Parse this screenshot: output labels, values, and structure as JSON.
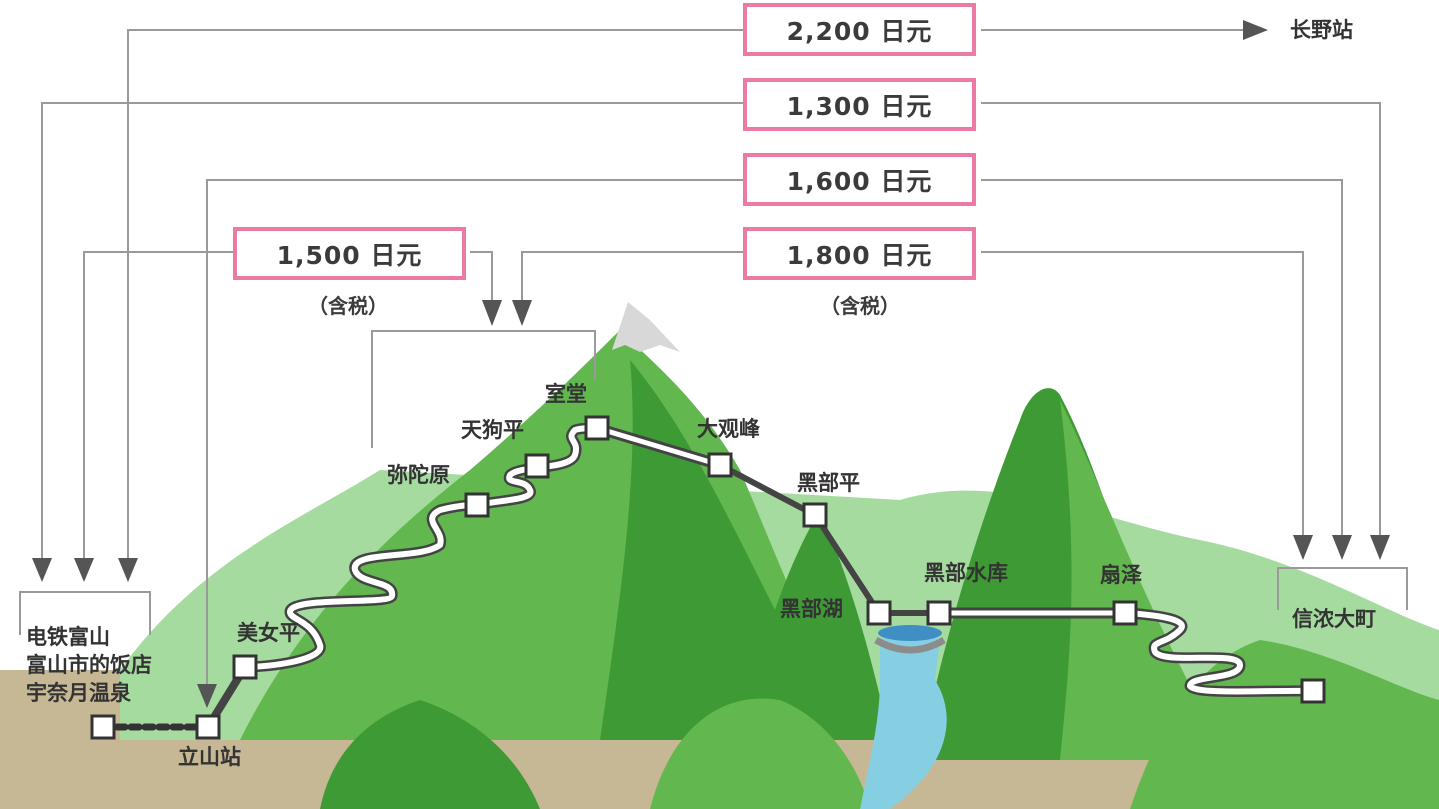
{
  "fares": [
    {
      "label": "2,200 日元"
    },
    {
      "label": "1,300 日元"
    },
    {
      "label": "1,600 日元"
    },
    {
      "label": "1,500 日元"
    },
    {
      "label": "1,800 日元"
    }
  ],
  "tax_note": "（含税）",
  "stations": {
    "nagano": "长野站",
    "toyama_1": "电铁富山",
    "toyama_2": "富山市的饭店",
    "toyama_3": "宇奈月温泉",
    "tateyama": "立山站",
    "bijodaira": "美女平",
    "midagahara": "弥陀原",
    "tengudaira": "天狗平",
    "murodo": "室堂",
    "daikanbo": "大观峰",
    "kurobedaira": "黑部平",
    "kurobeko": "黑部湖",
    "kurobe_dam": "黑部水库",
    "ogizawa": "扇泽",
    "shinano_omachi": "信浓大町"
  },
  "colors": {
    "fare_border": "#ec7aa4",
    "mountain_dark": "#3e9a35",
    "mountain_mid": "#62b84f",
    "mountain_light": "#a6dba0",
    "ground": "#c6b894",
    "water": "#86cfe3"
  }
}
